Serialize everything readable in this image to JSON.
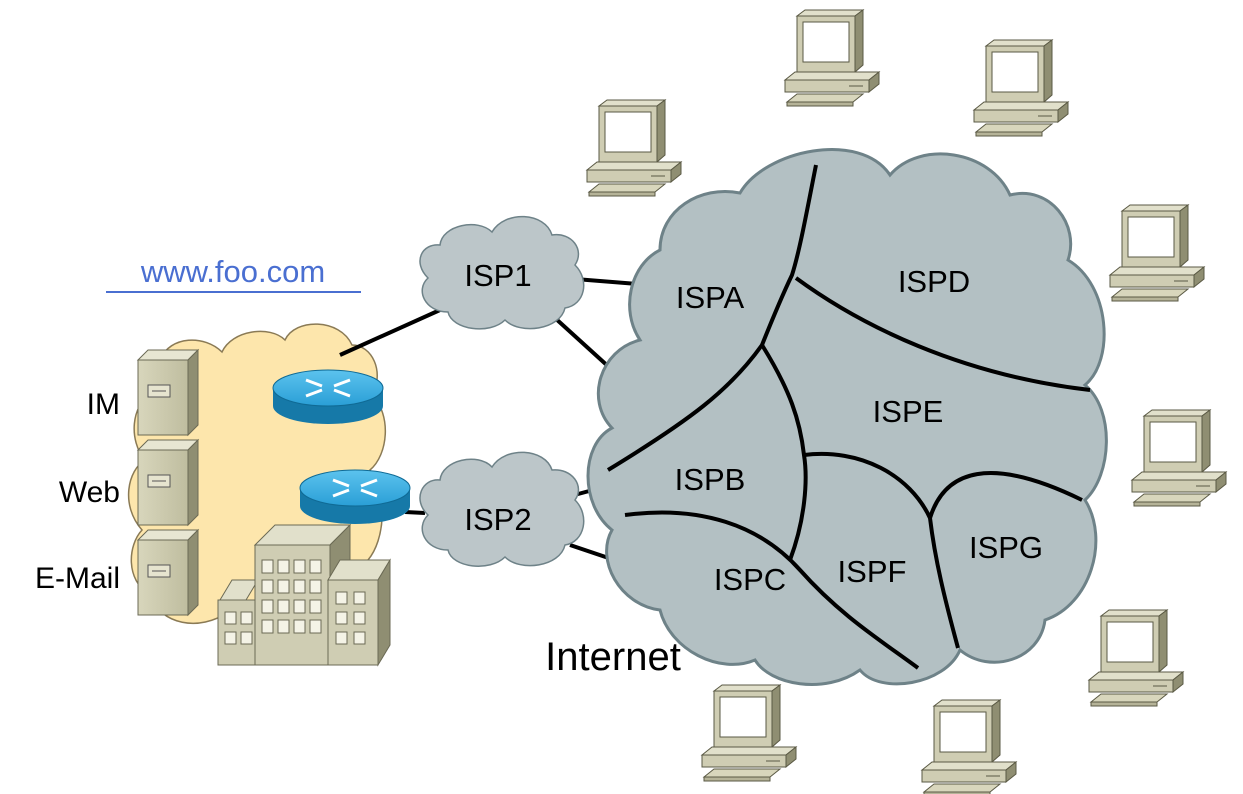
{
  "site": {
    "url": "www.foo.com"
  },
  "servers": [
    "IM",
    "Web",
    "E-Mail"
  ],
  "access_isps": [
    "ISP1",
    "ISP2"
  ],
  "internet": {
    "label": "Internet",
    "isps": [
      "ISPA",
      "ISPB",
      "ISPC",
      "ISPD",
      "ISPE",
      "ISPF",
      "ISPG"
    ]
  },
  "colors": {
    "url": "#4a6fd1",
    "corporate_cloud": "#fde6ac",
    "isp_cloud": "#bcc6c9",
    "internet_cloud": "#b3c0c3",
    "router": "#1f8fc4",
    "computer": "#cfcdb3",
    "link": "#000000"
  },
  "icons": [
    "server-icon",
    "router-icon",
    "office-building-icon",
    "desktop-computer-icon",
    "cloud-icon"
  ]
}
